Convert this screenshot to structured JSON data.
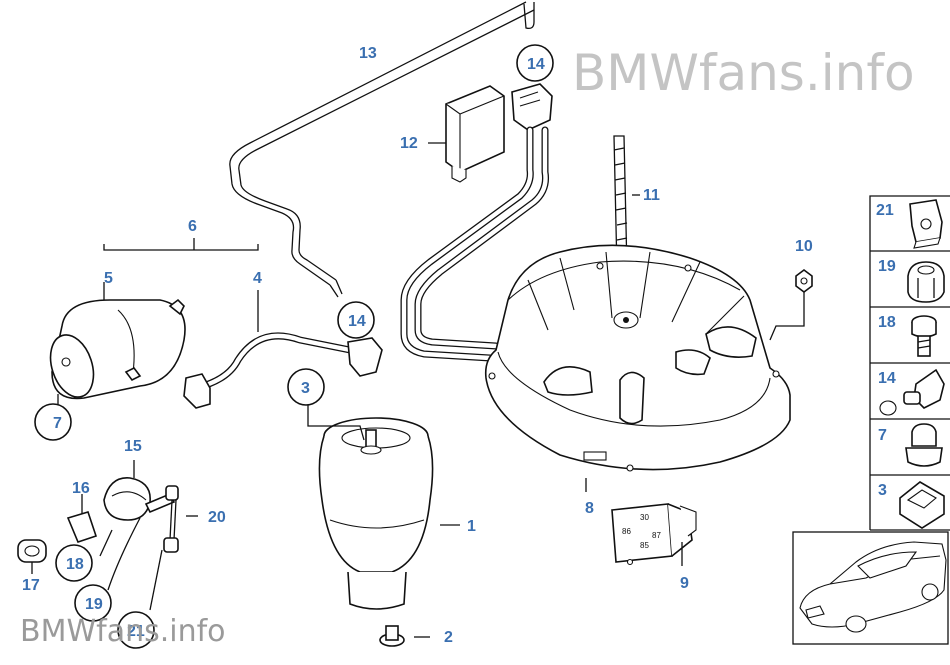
{
  "watermark": {
    "brand": "BMWfans",
    "suffix": ".info"
  },
  "callouts": {
    "c1": "1",
    "c2": "2",
    "c3": "3",
    "c4": "4",
    "c5": "5",
    "c6": "6",
    "c7": "7",
    "c8": "8",
    "c9": "9",
    "c10": "10",
    "c11": "11",
    "c12": "12",
    "c13": "13",
    "c14a": "14",
    "c14b": "14",
    "c15": "15",
    "c16": "16",
    "c17": "17",
    "c18": "18",
    "c19": "19",
    "c20": "20",
    "c21": "21"
  },
  "legend_panel": {
    "items": [
      {
        "number": "21",
        "icon": "clip-nut-icon"
      },
      {
        "number": "19",
        "icon": "nut-icon"
      },
      {
        "number": "18",
        "icon": "screw-icon"
      },
      {
        "number": "14",
        "icon": "hose-fitting-icon"
      },
      {
        "number": "7",
        "icon": "plug-screw-icon"
      },
      {
        "number": "3",
        "icon": "clip-icon"
      }
    ]
  },
  "thumbnail": {
    "icon": "car-silhouette-icon"
  },
  "colors": {
    "callout": "#3a6fb0",
    "watermark_top": "#c4c4c4",
    "watermark_bottom": "#9a9a9a",
    "line": "#111111"
  }
}
